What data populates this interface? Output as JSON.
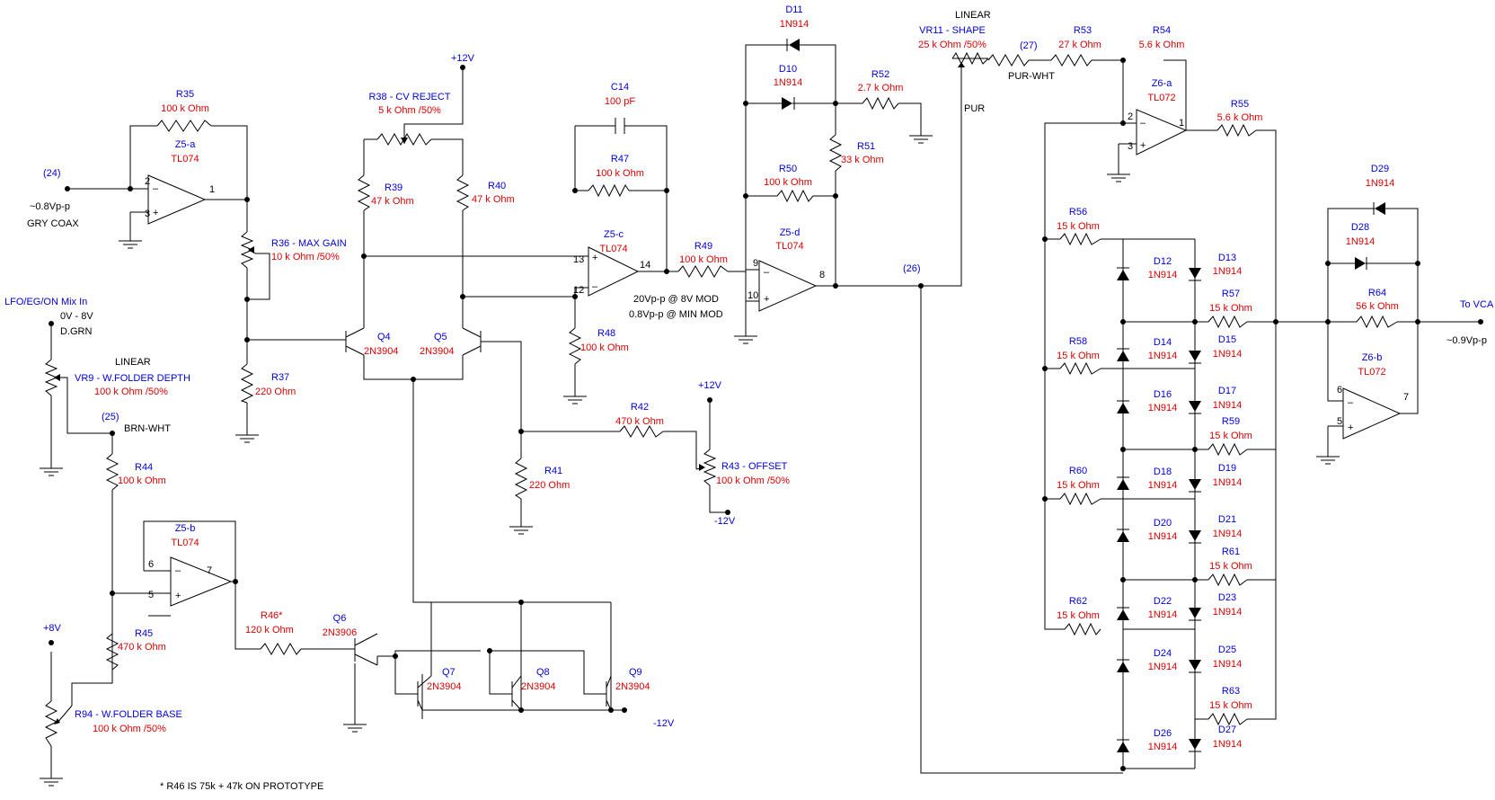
{
  "colors": {
    "name": "#0000dd",
    "value": "#dd0000",
    "wire": "#000000"
  },
  "ports": {
    "n24": "(24)",
    "n25": "(25)",
    "n26": "(26)",
    "n27": "(27)",
    "lfo_mix": "LFO/EG/ON Mix In",
    "plus12_a": "+12V",
    "plus12_b": "+12V",
    "minus12_a": "-12V",
    "minus12_b": "-12V",
    "plus8": "+8V",
    "to_vca": "To VCA"
  },
  "notes": {
    "in_level": "~0.8Vp-p",
    "gry_coax": "GRY COAX",
    "range": "0V - 8V",
    "dgrn": "D.GRN",
    "brn_wht": "BRN-WHT",
    "pur": "PUR",
    "pur_wht": "PUR-WHT",
    "linear_a": "LINEAR",
    "linear_b": "LINEAR",
    "mod_hi": "20Vp-p @ 8V MOD",
    "mod_lo": "0.8Vp-p @ MIN MOD",
    "out_level": "~0.9Vp-p",
    "footnote": "* R46 IS 75k + 47k ON PROTOTYPE"
  },
  "pins": {
    "z5a_2": "2",
    "z5a_3": "3",
    "z5a_1": "1",
    "z5b_6": "6",
    "z5b_5": "5",
    "z5b_7": "7",
    "z5c_13": "13",
    "z5c_12": "12",
    "z5c_14": "14",
    "z5d_9": "9",
    "z5d_10": "10",
    "z5d_8": "8",
    "z6a_2": "2",
    "z6a_3": "3",
    "z6a_1": "1",
    "z6b_6": "6",
    "z6b_5": "5",
    "z6b_7": "7"
  },
  "components": {
    "R35": {
      "name": "R35",
      "value": "100 k Ohm"
    },
    "Z5a": {
      "name": "Z5-a",
      "value": "TL074"
    },
    "R36": {
      "name": "R36 - MAX GAIN",
      "value": "10 k Ohm /50%"
    },
    "R37": {
      "name": "R37",
      "value": "220  Ohm"
    },
    "R38": {
      "name": "R38 - CV REJECT",
      "value": "5 k Ohm /50%"
    },
    "R39": {
      "name": "R39",
      "value": "47 k Ohm"
    },
    "R40": {
      "name": "R40",
      "value": "47 k Ohm"
    },
    "Q4": {
      "name": "Q4",
      "value": "2N3904"
    },
    "Q5": {
      "name": "Q5",
      "value": "2N3904"
    },
    "VR9": {
      "name": "VR9 - W.FOLDER DEPTH",
      "value": "100 k Ohm /50%"
    },
    "R44": {
      "name": "R44",
      "value": "100 k Ohm"
    },
    "Z5b": {
      "name": "Z5-b",
      "value": "TL074"
    },
    "R45": {
      "name": "R45",
      "value": "470 k Ohm"
    },
    "R94": {
      "name": "R94 - W.FOLDER BASE",
      "value": "100 k Ohm /50%"
    },
    "R46": {
      "name": "R46*",
      "value": "120 k Ohm"
    },
    "Q6": {
      "name": "Q6",
      "value": "2N3906"
    },
    "Q7": {
      "name": "Q7",
      "value": "2N3904"
    },
    "Q8": {
      "name": "Q8",
      "value": "2N3904"
    },
    "Q9": {
      "name": "Q9",
      "value": "2N3904"
    },
    "C14": {
      "name": "C14",
      "value": "100 pF"
    },
    "R47": {
      "name": "R47",
      "value": "100 k Ohm"
    },
    "Z5c": {
      "name": "Z5-c",
      "value": "TL074"
    },
    "R48": {
      "name": "R48",
      "value": "100 k Ohm"
    },
    "R49": {
      "name": "R49",
      "value": "100 k Ohm"
    },
    "R41": {
      "name": "R41",
      "value": "220  Ohm"
    },
    "R42": {
      "name": "R42",
      "value": "470 k Ohm"
    },
    "R43": {
      "name": "R43 - OFFSET",
      "value": "100 k Ohm /50%"
    },
    "D11": {
      "name": "D11",
      "value": "1N914"
    },
    "D10": {
      "name": "D10",
      "value": "1N914"
    },
    "R52": {
      "name": "R52",
      "value": "2.7 k Ohm"
    },
    "R51": {
      "name": "R51",
      "value": "33 k Ohm"
    },
    "R50": {
      "name": "R50",
      "value": "100 k Ohm"
    },
    "Z5d": {
      "name": "Z5-d",
      "value": "TL074"
    },
    "VR11": {
      "name": "VR11 - SHAPE",
      "value": "25 k Ohm /50%"
    },
    "R53": {
      "name": "R53",
      "value": "27 k Ohm"
    },
    "R54": {
      "name": "R54",
      "value": "5.6 k Ohm"
    },
    "Z6a": {
      "name": "Z6-a",
      "value": "TL072"
    },
    "R55": {
      "name": "R55",
      "value": "5.6 k Ohm"
    },
    "R56": {
      "name": "R56",
      "value": "15 k Ohm"
    },
    "R57": {
      "name": "R57",
      "value": "15 k Ohm"
    },
    "R58": {
      "name": "R58",
      "value": "15 k Ohm"
    },
    "R59": {
      "name": "R59",
      "value": "15 k Ohm"
    },
    "R60": {
      "name": "R60",
      "value": "15 k Ohm"
    },
    "R61": {
      "name": "R61",
      "value": "15 k Ohm"
    },
    "R62": {
      "name": "R62",
      "value": "15 k Ohm"
    },
    "R63": {
      "name": "R63",
      "value": "15 k Ohm"
    },
    "D12": {
      "name": "D12",
      "value": "1N914"
    },
    "D13": {
      "name": "D13",
      "value": "1N914"
    },
    "D14": {
      "name": "D14",
      "value": "1N914"
    },
    "D15": {
      "name": "D15",
      "value": "1N914"
    },
    "D16": {
      "name": "D16",
      "value": "1N914"
    },
    "D17": {
      "name": "D17",
      "value": "1N914"
    },
    "D18": {
      "name": "D18",
      "value": "1N914"
    },
    "D19": {
      "name": "D19",
      "value": "1N914"
    },
    "D20": {
      "name": "D20",
      "value": "1N914"
    },
    "D21": {
      "name": "D21",
      "value": "1N914"
    },
    "D22": {
      "name": "D22",
      "value": "1N914"
    },
    "D23": {
      "name": "D23",
      "value": "1N914"
    },
    "D24": {
      "name": "D24",
      "value": "1N914"
    },
    "D25": {
      "name": "D25",
      "value": "1N914"
    },
    "D26": {
      "name": "D26",
      "value": "1N914"
    },
    "D27": {
      "name": "D27",
      "value": "1N914"
    },
    "D29": {
      "name": "D29",
      "value": "1N914"
    },
    "D28": {
      "name": "D28",
      "value": "1N914"
    },
    "R64": {
      "name": "R64",
      "value": "56 k Ohm"
    },
    "Z6b": {
      "name": "Z6-b",
      "value": "TL072"
    }
  }
}
